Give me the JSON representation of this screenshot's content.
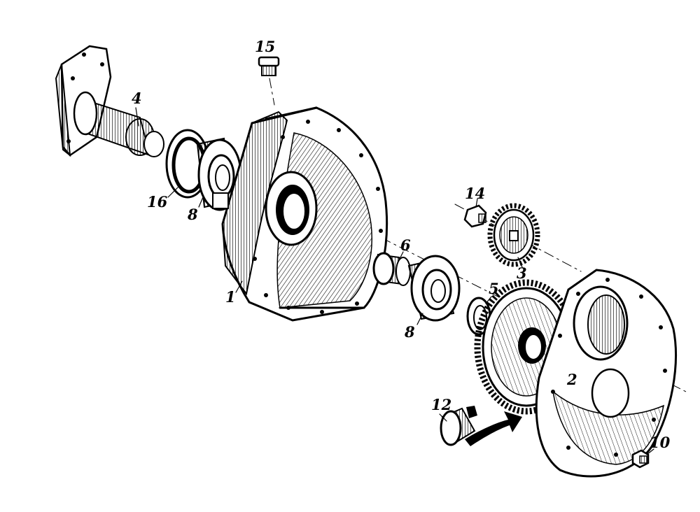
{
  "diagram": {
    "parts": [
      {
        "id": "part-1",
        "label": "1"
      },
      {
        "id": "part-2",
        "label": "2"
      },
      {
        "id": "part-3",
        "label": "3"
      },
      {
        "id": "part-4",
        "label": "4"
      },
      {
        "id": "part-5",
        "label": "5"
      },
      {
        "id": "part-6",
        "label": "6"
      },
      {
        "id": "part-8a",
        "label": "8"
      },
      {
        "id": "part-8b",
        "label": "8"
      },
      {
        "id": "part-10",
        "label": "10"
      },
      {
        "id": "part-12",
        "label": "12"
      },
      {
        "id": "part-14",
        "label": "14"
      },
      {
        "id": "part-15",
        "label": "15"
      },
      {
        "id": "part-16",
        "label": "16"
      }
    ],
    "colors": {
      "ink": "#000000",
      "paper": "#ffffff"
    }
  }
}
